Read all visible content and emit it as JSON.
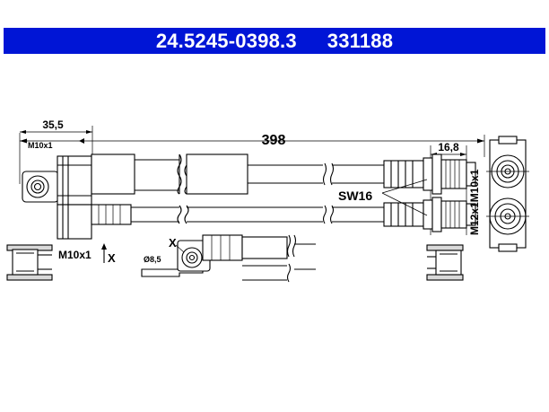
{
  "header": {
    "part_number": "24.5245-0398.3",
    "ref_number": "331188",
    "background_color": "#0015d6",
    "text_color": "#ffffff"
  },
  "dimensions": {
    "left_fitting_length": "35,5",
    "left_thread_top": "M10x1",
    "total_length": "398",
    "right_fitting_length": "16,8",
    "wrench_size": "SW16",
    "left_thread_bottom": "M10x1",
    "view_marker_left": "X",
    "view_marker_detail": "X",
    "bolt_hole_diameter": "Ø8,5",
    "right_threads": "M12x1M10x1"
  }
}
